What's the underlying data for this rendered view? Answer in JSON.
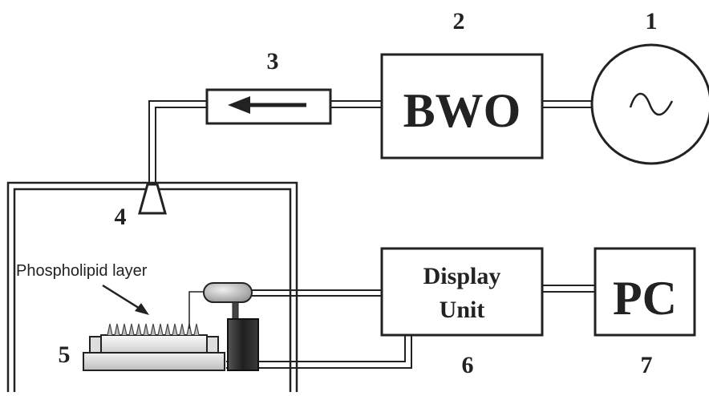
{
  "diagram": {
    "components": {
      "source": {
        "number": "1"
      },
      "bwo": {
        "number": "2",
        "label": "BWO"
      },
      "isolator": {
        "number": "3"
      },
      "horn": {
        "number": "4"
      },
      "sample": {
        "number": "5",
        "annotation": "Phospholipid layer"
      },
      "display_unit": {
        "number": "6",
        "line1": "Display",
        "line2": "Unit"
      },
      "pc": {
        "number": "7",
        "label": "PC"
      }
    },
    "colors": {
      "stroke": "#222222",
      "fill_dark": "#2b2b2b",
      "fill_light": "#e6e6e6",
      "background": "#ffffff"
    }
  }
}
